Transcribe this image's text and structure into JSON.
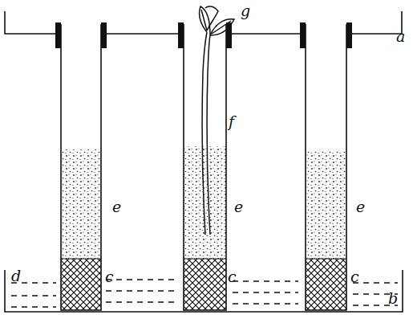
{
  "diagram": {
    "labels": [
      "g",
      "a",
      "f",
      "e",
      "e",
      "e",
      "d",
      "c",
      "c",
      "c",
      "b"
    ]
  }
}
